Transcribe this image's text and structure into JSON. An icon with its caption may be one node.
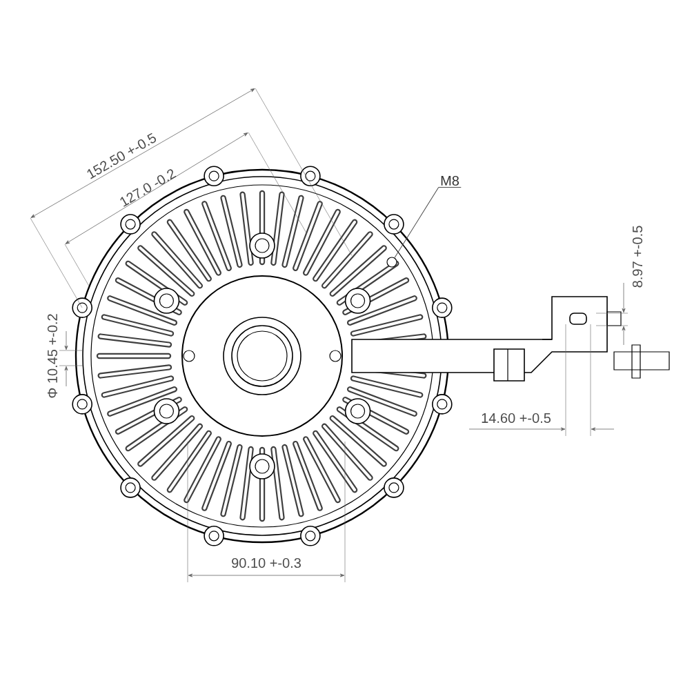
{
  "diagram": {
    "nodes": [
      {
        "text": [
          "M8"
        ]
      },
      {
        "text": [],
        "shape": "circle"
      }
    ],
    "edges": [
      {
        "from": 0,
        "to": 1,
        "arrow": "none"
      }
    ],
    "labels": [
      "152.50 +-0.5",
      "127.0 -0.2",
      "8.97 +-0.5",
      "Φ 10.45 +-0.2",
      "14.60 +-0.5",
      "90.10 +-0.3"
    ]
  }
}
